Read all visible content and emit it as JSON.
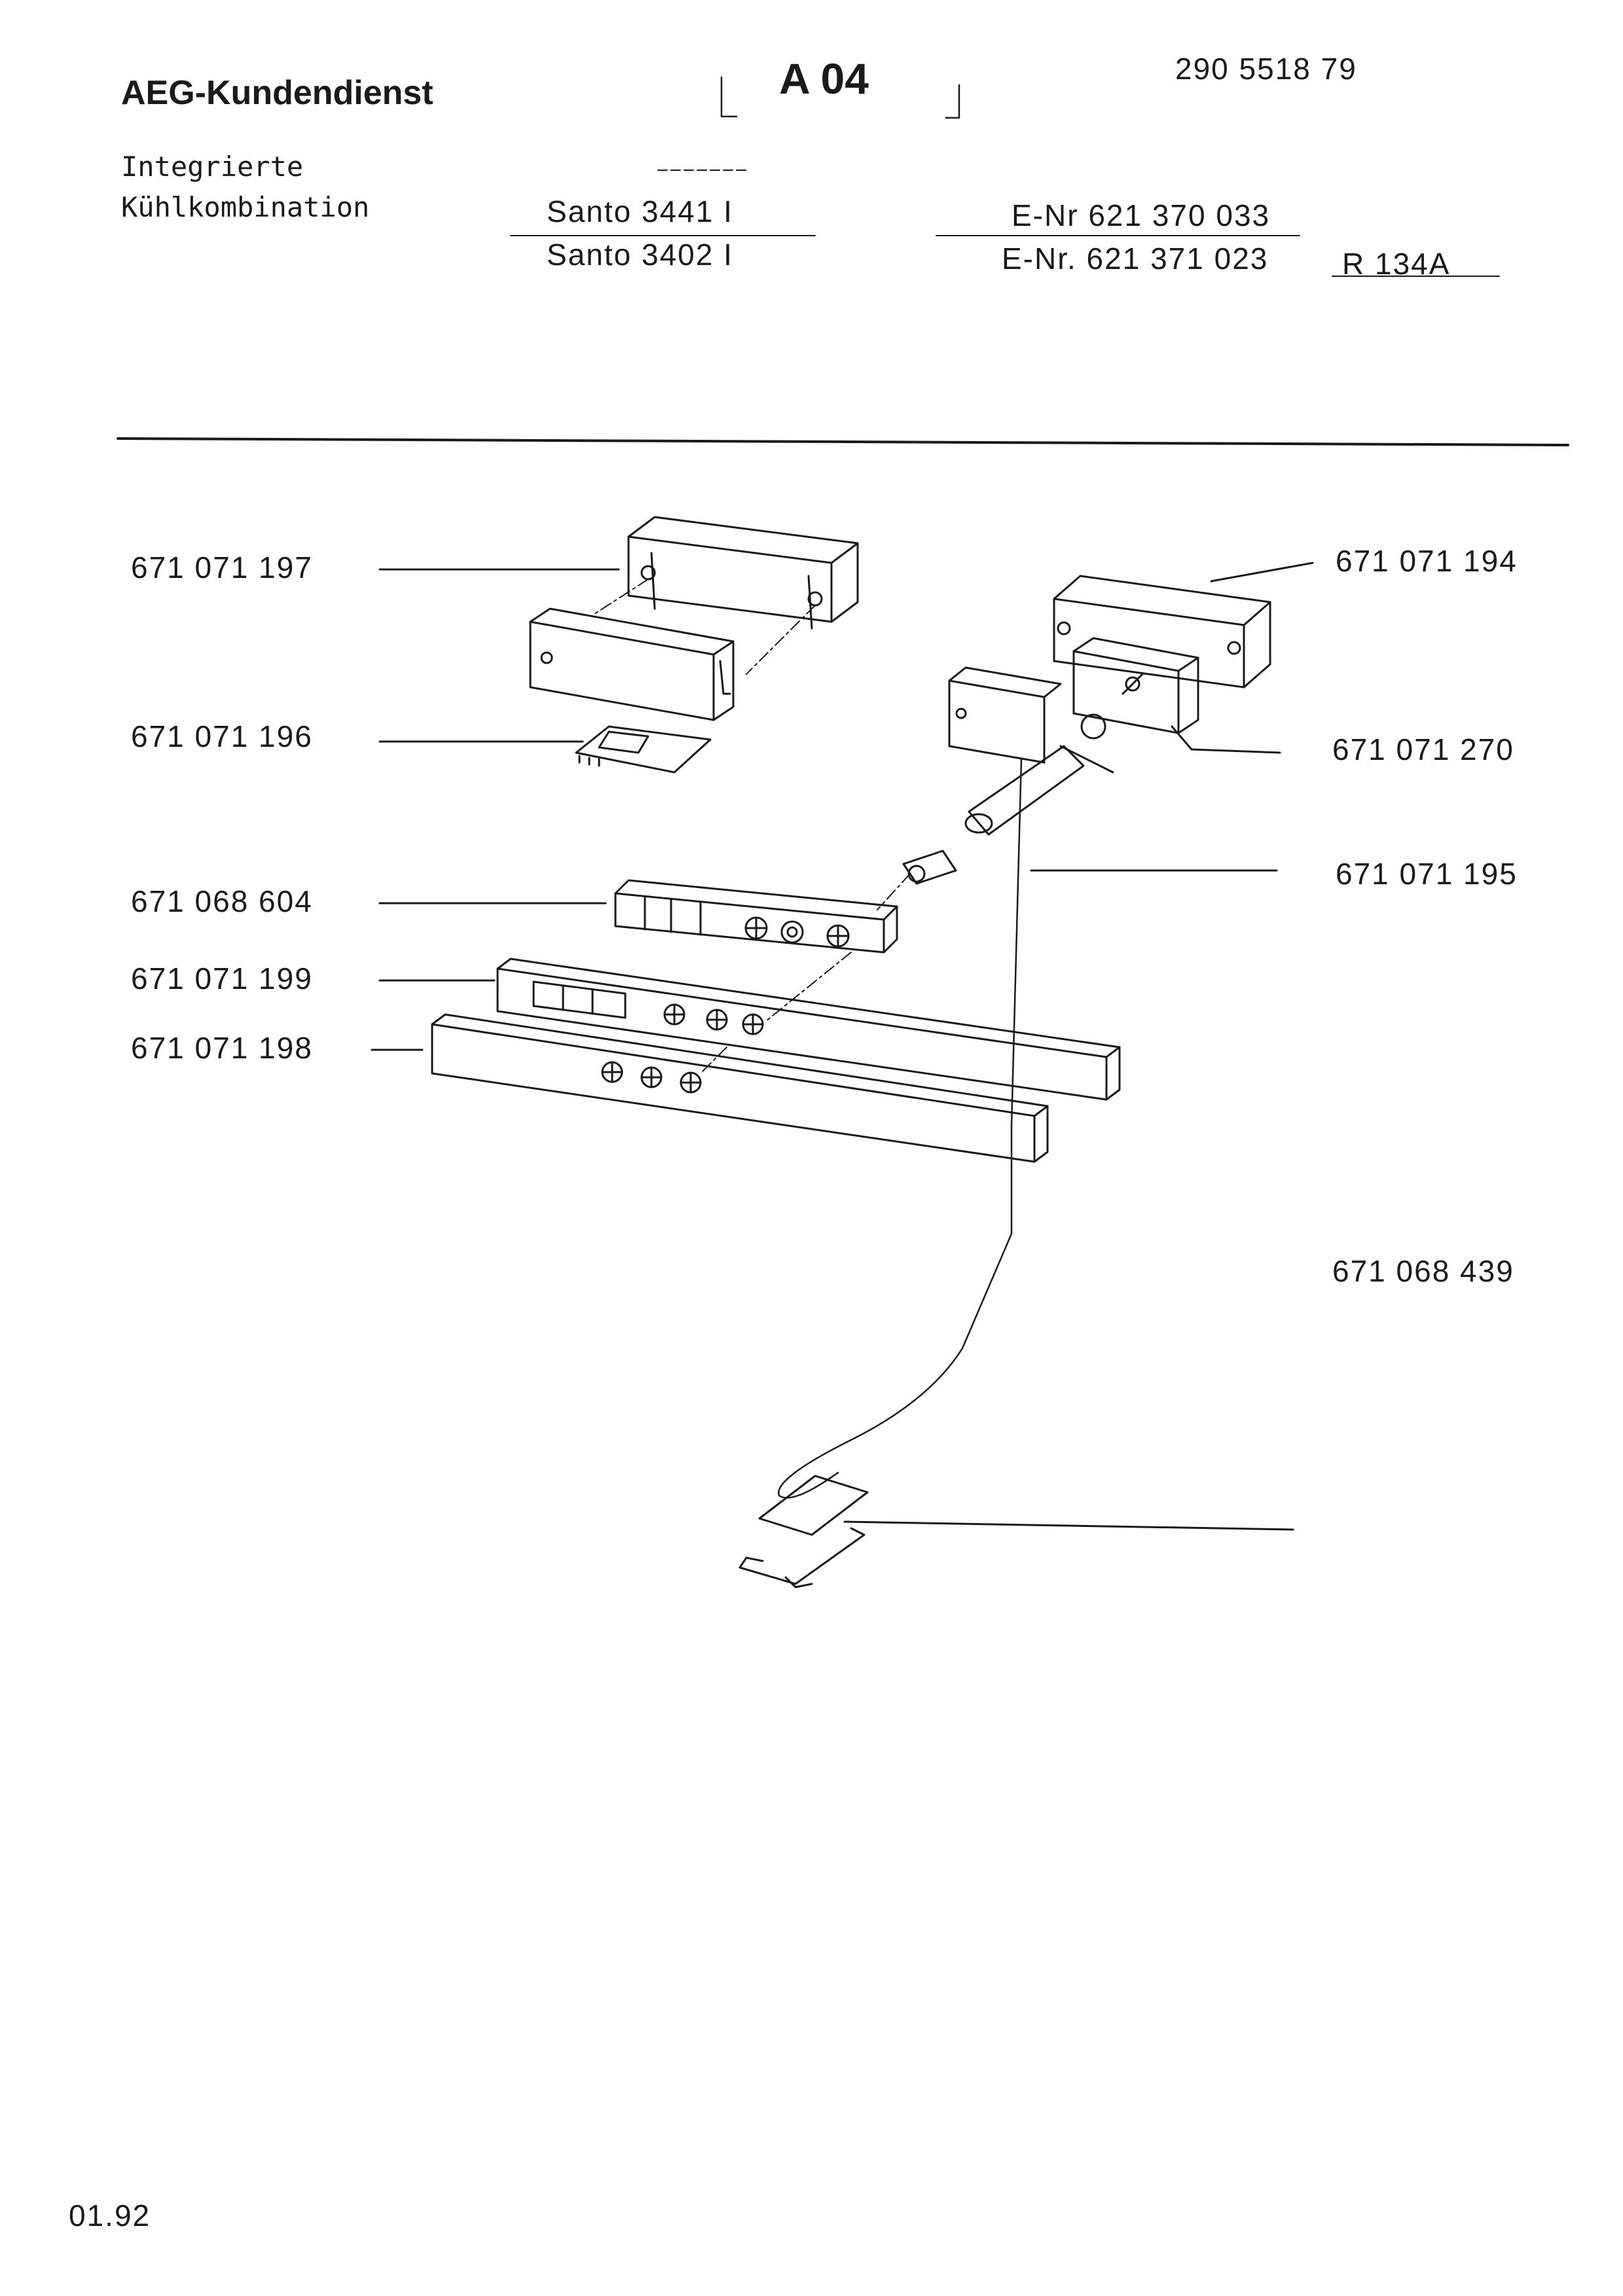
{
  "header": {
    "brand": "AEG-Kundendienst",
    "sheet_code": "A 04",
    "doc_number": "290 5518 79",
    "product_line1": "Integrierte",
    "product_line2": "Kühlkombination",
    "models": [
      {
        "name": "Santo 3441 I",
        "enr": "E-Nr 621 370 033"
      },
      {
        "name": "Santo 3402 I",
        "enr": "E-Nr. 621 371 023"
      }
    ],
    "refrigerant": "R 134A"
  },
  "parts": {
    "p197": "671 071 197",
    "p194": "671 071 194",
    "p196": "671 071 196",
    "p270": "671 071 270",
    "p195": "671 071 195",
    "p604": "671 068 604",
    "p199": "671 071 199",
    "p198": "671 071 198",
    "p439": "671 068 439"
  },
  "footer": {
    "date": "01.92"
  }
}
